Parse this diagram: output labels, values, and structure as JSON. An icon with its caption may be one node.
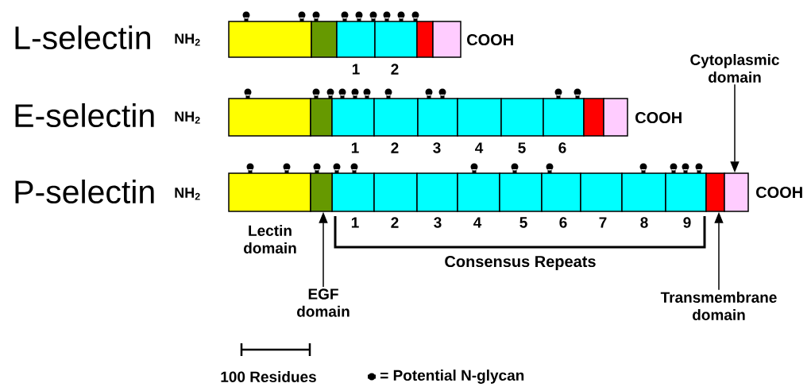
{
  "diagram": {
    "nodes": [
      {
        "text": [
          "Cytoplasmic domain"
        ]
      },
      {
        "text": [],
        "shape": "box"
      },
      {
        "text": [],
        "shape": "box"
      },
      {
        "text": [],
        "shape": "box"
      },
      {
        "text": [
          "EGF domain"
        ]
      },
      {
        "text": [
          "Transmembrane domain"
        ]
      }
    ],
    "edges": [
      {
        "from": 0,
        "to": 3,
        "arrow": "to"
      },
      {
        "from": 4,
        "to": 1,
        "arrow": "to"
      },
      {
        "from": 5,
        "to": 2,
        "arrow": "to"
      }
    ],
    "labels": [
      "L-selectin",
      "NH$_{2}$",
      "COOH",
      "1",
      "2",
      "E-selectin",
      "NH$_{2}$",
      "COOH",
      "1",
      "2",
      "3",
      "4",
      "5",
      "6",
      "P-selectin",
      "NH$_{2}$",
      "COOH",
      "Lectin domain",
      "1",
      "2",
      "3",
      "4",
      "5",
      "6",
      "7",
      "8",
      "9",
      "Consensus Repeats",
      "100 Residues"
    ],
    "legend": [
      {
        "text": "= Potential N-glycan"
      }
    ]
  }
}
